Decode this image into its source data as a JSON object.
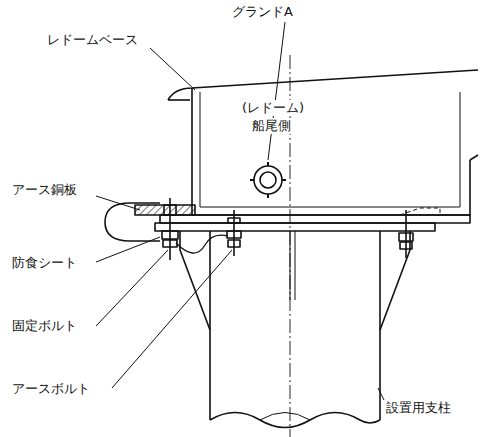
{
  "diagram": {
    "labels": [
      "グランドA",
      "レドームベース",
      "(レドーム)",
      "船尾側",
      "アース銅板",
      "防食シート",
      "固定ボルト",
      "アースボルト",
      "設置用支柱"
    ]
  }
}
